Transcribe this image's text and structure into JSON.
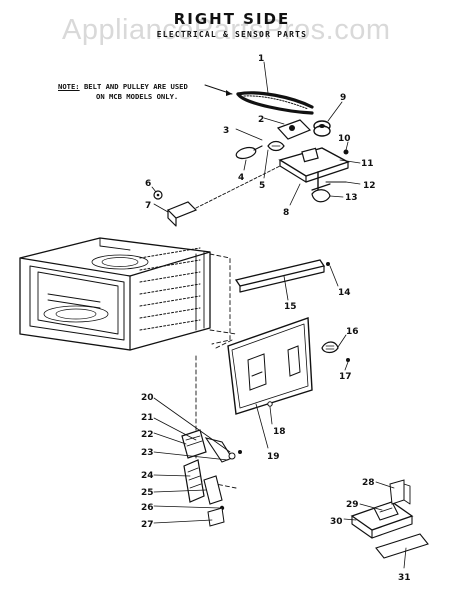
{
  "watermark": "AppliancePartsPros.com",
  "title": "RIGHT SIDE",
  "subtitle": "ELECTRICAL & SENSOR PARTS",
  "note": {
    "label": "NOTE:",
    "line1": "BELT AND PULLEY ARE USED",
    "line2": "ON MCB MODELS ONLY."
  },
  "part_numbers": [
    "1",
    "2",
    "3",
    "4",
    "5",
    "6",
    "7",
    "8",
    "9",
    "10",
    "11",
    "12",
    "13",
    "14",
    "15",
    "16",
    "17",
    "18",
    "19",
    "20",
    "21",
    "22",
    "23",
    "24",
    "25",
    "26",
    "27",
    "28",
    "29",
    "30",
    "31"
  ]
}
